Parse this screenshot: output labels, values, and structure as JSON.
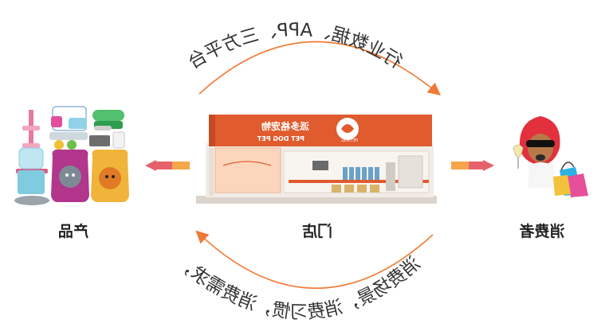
{
  "nodes": {
    "products": {
      "label": "产品"
    },
    "store": {
      "label": "门店"
    },
    "consumer": {
      "label": "消费者"
    }
  },
  "arcs": {
    "top": {
      "text": "行业数据、APP、三方平台"
    },
    "bottom": {
      "text": "消费场景，消费习惯，消费需求，"
    }
  },
  "store_sign": {
    "name_cn": "派多格宠物",
    "name_en": "PET DOG PET",
    "logo_text": "PETDOG"
  },
  "colors": {
    "arc": "#f07a35",
    "store_sign": "#e05b2e",
    "arrow_pink": "#e6626a",
    "arrow_orange": "#f5a54a"
  }
}
